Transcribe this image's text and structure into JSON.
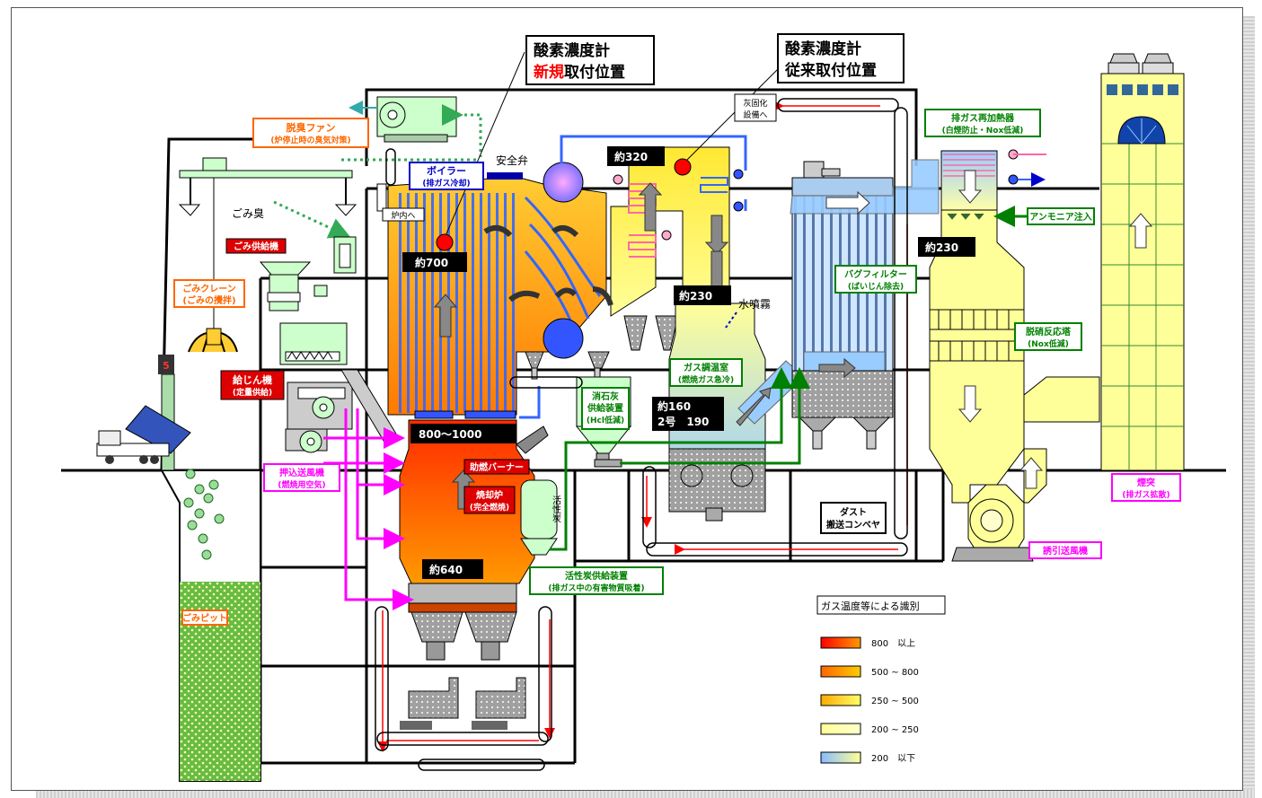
{
  "callouts": {
    "o2_new_line1": "酸素濃度計",
    "o2_new_highlight": "新規",
    "o2_new_rest": "取付位置",
    "o2_old_line1": "酸素濃度計",
    "o2_old_line2": "従来取付位置"
  },
  "labels": {
    "deodor_fan_1": "脱臭ファン",
    "deodor_fan_2": "(炉停止時の臭気対策)",
    "safety_valve": "安全弁",
    "boiler_1": "ボイラー",
    "boiler_2": "(排ガス冷却)",
    "ash_solid_1": "灰固化",
    "ash_solid_2": "設備へ",
    "to_furnace": "炉内へ",
    "garbage_odor": "ごみ臭",
    "garbage_feeder": "ごみ供給機",
    "crane_1": "ごみクレーン",
    "crane_2": "(ごみの攪拌)",
    "feeder_1": "給じん機",
    "feeder_2": "(定量供給)",
    "push_fan_1": "押込送風機",
    "push_fan_2": "(燃焼用空気)",
    "pit": "ごみピット",
    "aux_burner": "助燃バーナー",
    "furnace_1": "焼却炉",
    "furnace_2": "(完全燃焼)",
    "activated_carbon": "活性炭",
    "ac_supply_1": "活性炭供給装置",
    "ac_supply_2": "(排ガス中の有害物質吸着)",
    "lime_1": "消石灰",
    "lime_2": "供給装置",
    "lime_3": "(Hcl低減)",
    "gas_cool_1": "ガス調温室",
    "gas_cool_2": "(燃焼ガス急冷)",
    "water_spray": "水噴霧",
    "bag_filter_1": "バグフィルター",
    "bag_filter_2": "(ばいじん除去)",
    "reheat_1": "排ガス再加熱器",
    "reheat_2": "(白煙防止・Nox低減)",
    "ammonia": "アンモニア注入",
    "denox_1": "脱硝反応塔",
    "denox_2": "(Nox低減)",
    "dust_conv_1": "ダスト",
    "dust_conv_2": "搬送コンベヤ",
    "induced_fan": "誘引送風機",
    "stack_1": "煙突",
    "stack_2": "(排ガス拡散)",
    "truck_sign": "5"
  },
  "temps": {
    "t700": "約700",
    "t320": "約320",
    "t230a": "約230",
    "t230b": "約230",
    "t800": "800～1000",
    "t160": "約160",
    "t190": "2号　190",
    "t640": "約640"
  },
  "legend": {
    "title": "ガス温度等による識別",
    "items": [
      {
        "label": "800　以上",
        "c1": "#ff0000",
        "c2": "#ff9900"
      },
      {
        "label": "500 ~ 800",
        "c1": "#ff6600",
        "c2": "#ffcc00"
      },
      {
        "label": "250 ~ 500",
        "c1": "#ffaa00",
        "c2": "#ffff66"
      },
      {
        "label": "200 ~ 250",
        "c1": "#ffff99",
        "c2": "#ffffcc"
      },
      {
        "label": "200　以下",
        "c1": "#88bbff",
        "c2": "#ffff99"
      }
    ]
  },
  "colors": {
    "orange": "#ff6600",
    "magenta": "#ff00ff",
    "green": "#008000",
    "blue": "#0000cc",
    "red": "#ff0000"
  }
}
